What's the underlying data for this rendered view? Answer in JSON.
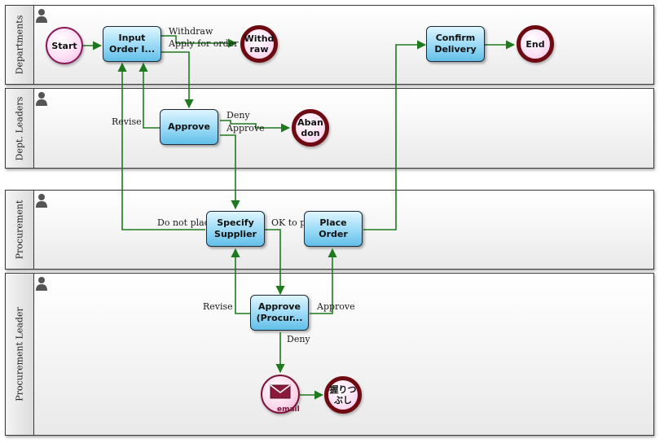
{
  "lanes": [
    {
      "title": "Departments"
    },
    {
      "title": "Dept. Leaders"
    },
    {
      "title": "Procurement"
    },
    {
      "title": "Procurement Leader"
    }
  ],
  "nodes": {
    "start": "Start",
    "input_order": "Input\nOrder I...",
    "withdraw": "Withd\nraw",
    "confirm_delivery": "Confirm\nDelivery",
    "end": "End",
    "approve": "Approve",
    "abandon": "Aban\ndon",
    "specify_supplier": "Specify\nSupplier",
    "place_order": "Place\nOrder",
    "approve_procurement": "Approve\n(Procur...",
    "email": "email",
    "nigiritsubushi": "握りつ\nぶし"
  },
  "flow_labels": {
    "withdraw": "Withdraw",
    "apply_for_order": "Apply for order",
    "revise_1": "Revise",
    "deny_1": "Deny",
    "approve_1": "Approve",
    "do_not_place": "Do not place",
    "ok_to_place": "OK to place",
    "revise_2": "Revise",
    "approve_2": "Approve",
    "deny_2": "Deny"
  },
  "colors": {
    "flow": "#1f7a1f",
    "task_border": "#1e2a38",
    "end_border": "#6e0b12",
    "start_border": "#8b1a5a"
  }
}
